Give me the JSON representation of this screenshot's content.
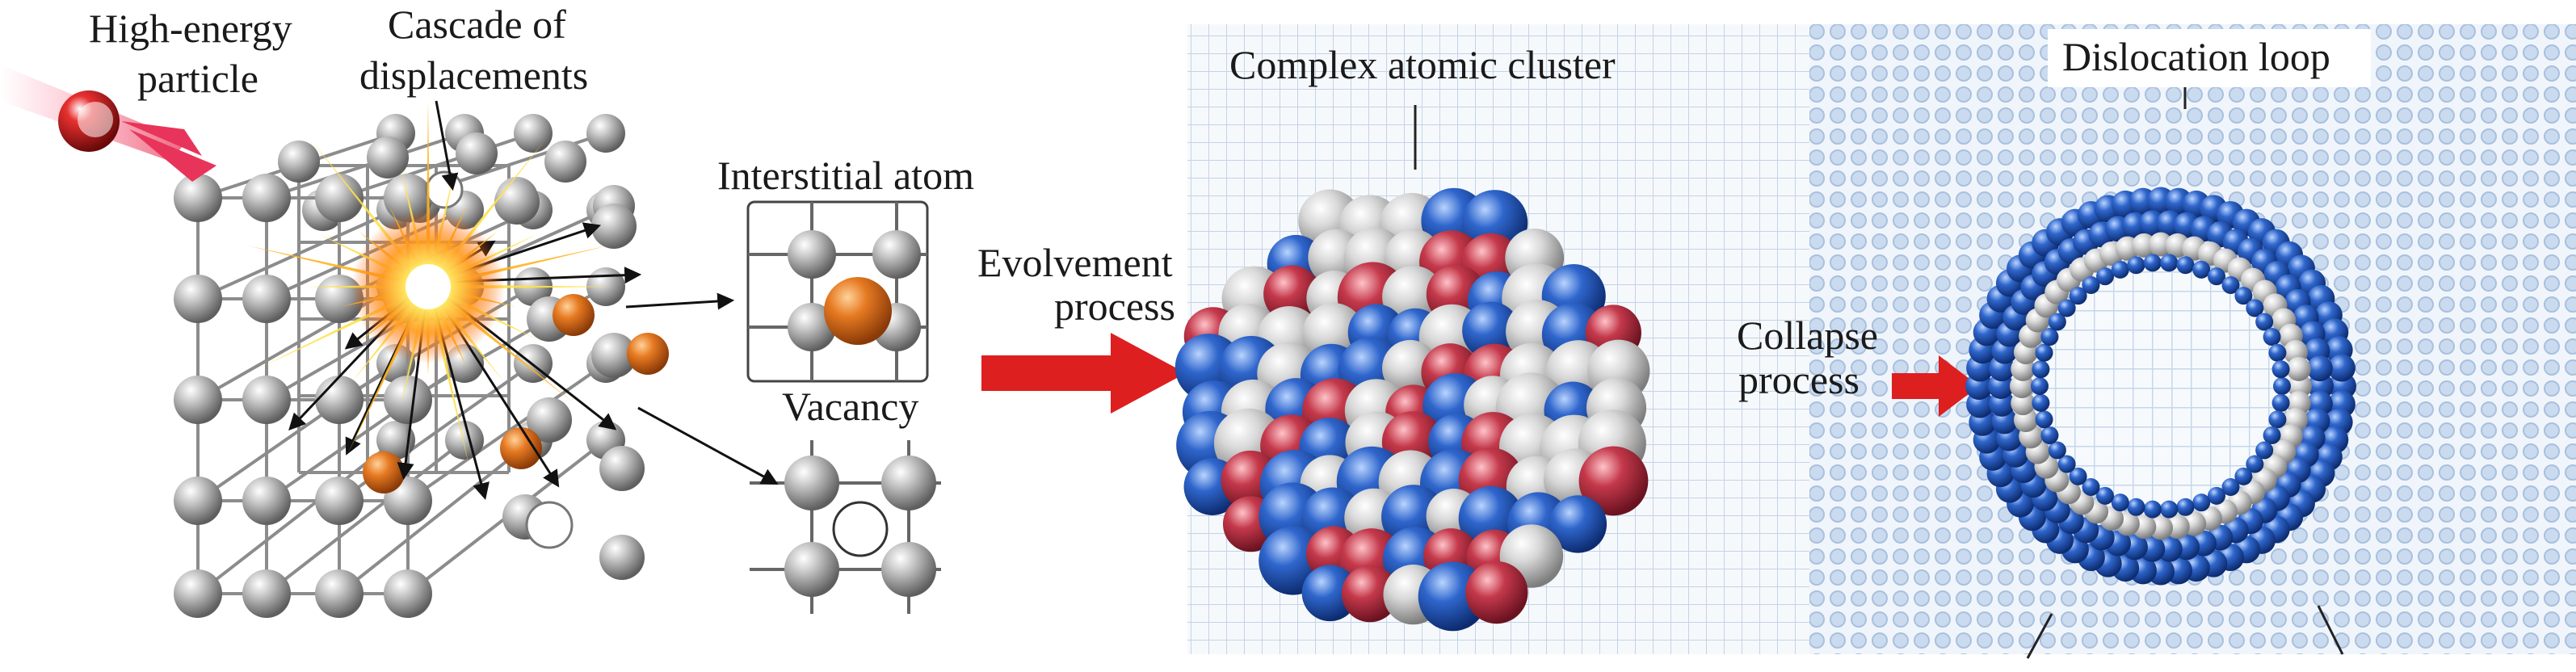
{
  "labels": {
    "particle_line1": "High-energy",
    "particle_line2": "particle",
    "cascade_line1": "Cascade of",
    "cascade_line2": "displacements",
    "interstitial": "Interstitial atom",
    "vacancy": "Vacancy",
    "evolve_line1": "Evolvement",
    "evolve_line2": "process",
    "cluster": "Complex atomic cluster",
    "collapse_line1": "Collapse",
    "collapse_line2": "process",
    "loop": "Dislocation loop"
  },
  "colors": {
    "lattice_atom": "#9a9a9a",
    "interstitial_atom": "#e0701c",
    "cluster_blue": "#2a5fc0",
    "cluster_red": "#c03a4a",
    "cluster_grey": "#bcbcbc",
    "arrow_red": "#dd1f1f",
    "grid_blue": "#b8cce6"
  },
  "icons": [
    "high-energy-particle-icon",
    "explosion-icon",
    "lattice-cube-icon",
    "vacancy-icon",
    "atomic-cluster-icon",
    "dislocation-loop-icon"
  ]
}
